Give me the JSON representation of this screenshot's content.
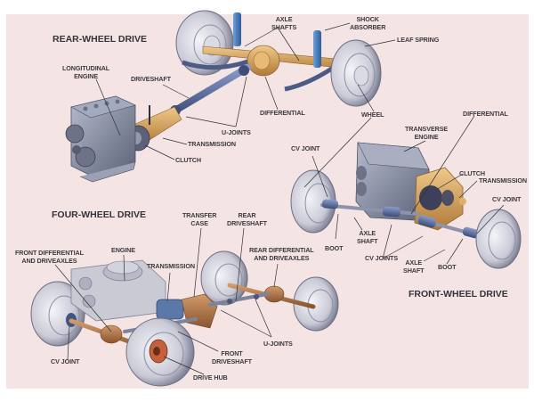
{
  "diagram": {
    "background_color": "#f4e4e3",
    "colors": {
      "metal_blue": "#5b6c95",
      "housing_tan": "#d8a660",
      "engine_gray": "#8a90a4",
      "tire_light": "#e6e6ec",
      "label_text": "#3a3a3f"
    },
    "sections": {
      "rear_wheel_drive": {
        "title": "REAR-WHEEL DRIVE",
        "labels": {
          "longitudinal_engine": [
            "LONGITUDINAL",
            "ENGINE"
          ],
          "driveshaft": "DRIVESHAFT",
          "axle_shafts": [
            "AXLE",
            "SHAFTS"
          ],
          "shock_absorber": [
            "SHOCK",
            "ABSORBER"
          ],
          "leaf_spring": "LEAF SPRING",
          "differential": "DIFFERENTIAL",
          "wheel": "WHEEL",
          "u_joints": "U-JOINTS",
          "transmission": "TRANSMISSION",
          "clutch": "CLUTCH"
        }
      },
      "front_wheel_drive": {
        "title": "FRONT-WHEEL DRIVE",
        "labels": {
          "differential": "DIFFERENTIAL",
          "transverse_engine": [
            "TRANSVERSE",
            "ENGINE"
          ],
          "cv_joint_left": "CV JOINT",
          "clutch": "CLUTCH",
          "transmission": "TRANSMISSION",
          "cv_joint_right": "CV JOINT",
          "boot_left": "BOOT",
          "axle_shaft_left": [
            "AXLE",
            "SHAFT"
          ],
          "cv_joints": "CV JOINTS",
          "axle_shaft_right": [
            "AXLE",
            "SHAFT"
          ],
          "boot_right": "BOOT"
        }
      },
      "four_wheel_drive": {
        "title": "FOUR-WHEEL DRIVE",
        "labels": {
          "transfer_case": [
            "TRANSFER",
            "CASE"
          ],
          "rear_driveshaft": [
            "REAR",
            "DRIVESHAFT"
          ],
          "front_differential": [
            "FRONT DIFFERENTIAL",
            "AND DRIVEAXLES"
          ],
          "engine": "ENGINE",
          "transmission": "TRANSMISSION",
          "rear_differential": [
            "REAR DIFFERENTIAL",
            "AND DRIVEAXLES"
          ],
          "cv_joint": "CV JOINT",
          "front_driveshaft": [
            "FRONT",
            "DRIVESHAFT"
          ],
          "u_joints": "U-JOINTS",
          "drive_hub": "DRIVE HUB"
        }
      }
    }
  }
}
